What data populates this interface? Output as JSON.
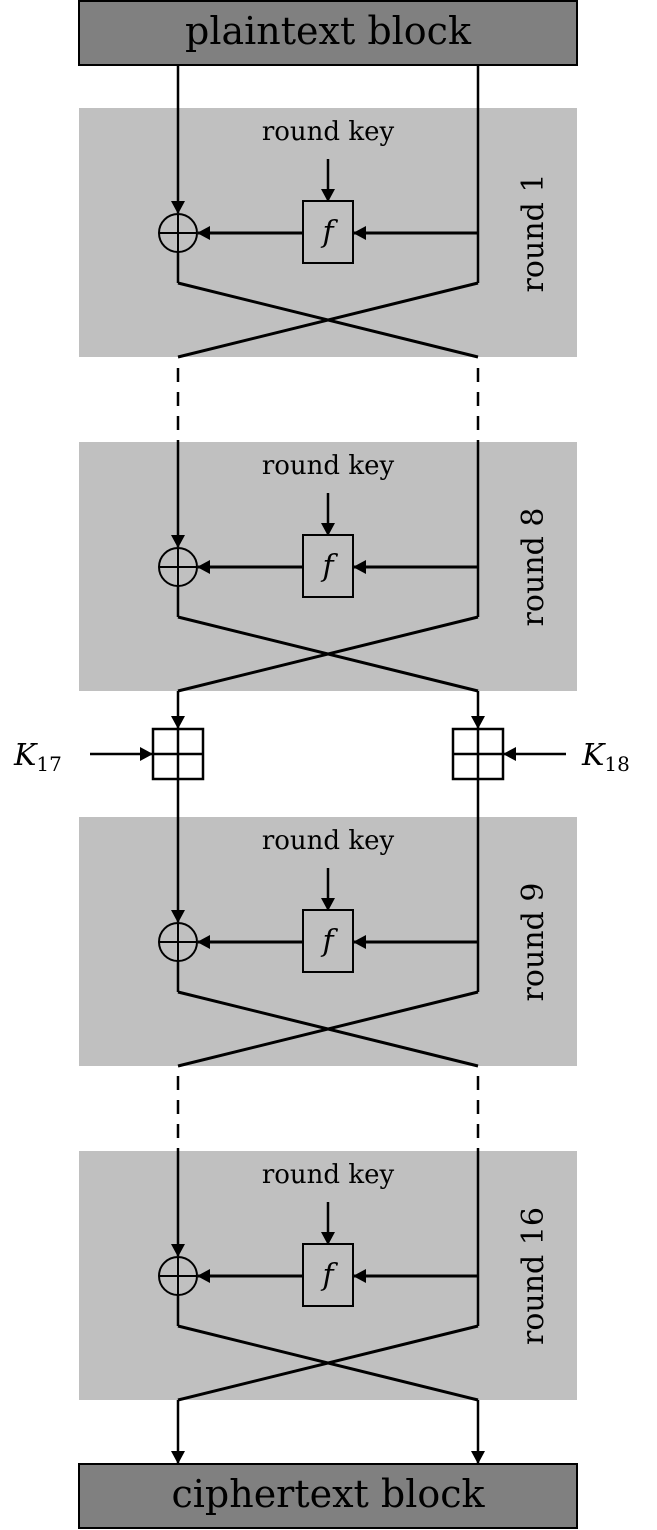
{
  "diagram": {
    "top_block": "plaintext block",
    "bottom_block": "ciphertext block",
    "rounds": [
      {
        "label": "round 1",
        "key_label": "round key",
        "f_label": "f"
      },
      {
        "label": "round 8",
        "key_label": "round key",
        "f_label": "f"
      },
      {
        "label": "round 9",
        "key_label": "round key",
        "f_label": "f"
      },
      {
        "label": "round 16",
        "key_label": "round key",
        "f_label": "f"
      }
    ],
    "whitening_keys": {
      "left": {
        "var": "K",
        "sub": "17"
      },
      "right": {
        "var": "K",
        "sub": "18"
      }
    },
    "colors": {
      "block_fill": "#808080",
      "round_fill": "#c0c0c0",
      "stroke": "#000000",
      "background": "#ffffff"
    }
  }
}
